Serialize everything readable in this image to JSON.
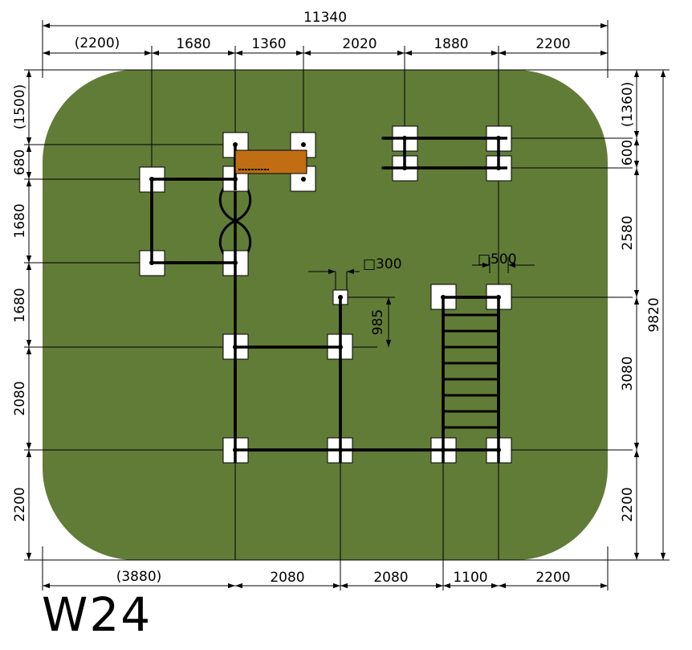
{
  "title": "W24",
  "colors": {
    "ground": "#617c37",
    "post": "#ffffff",
    "plank": "#c06d14",
    "line": "#000000"
  },
  "dimensions": {
    "overall_width": "11340",
    "overall_height": "9820",
    "top": [
      "(2200)",
      "1680",
      "1360",
      "2020",
      "1880",
      "2200"
    ],
    "bottom": [
      "(3880)",
      "2080",
      "2080",
      "1100",
      "2200"
    ],
    "left": [
      "(1500)",
      "680",
      "1680",
      "1680",
      "2080",
      "2200"
    ],
    "right": [
      "(1360)",
      "600",
      "2580",
      "3080",
      "2200"
    ],
    "post_small": "□300",
    "post_large": "□500",
    "offset": "985"
  }
}
